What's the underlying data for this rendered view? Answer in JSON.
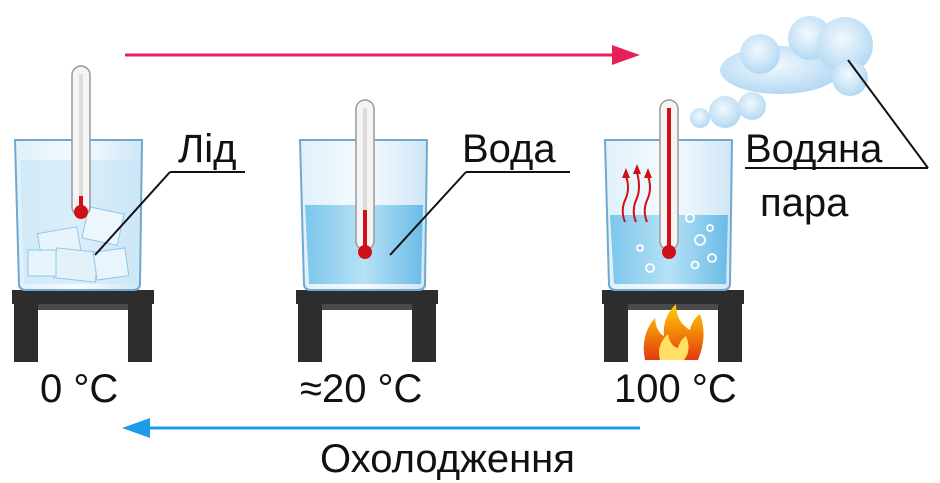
{
  "labels": {
    "ice": "Лід",
    "water": "Вода",
    "steam_line1": "Водяна",
    "steam_line2": "пара",
    "cooling": "Охолодження"
  },
  "temperatures": {
    "t_ice": "0 °C",
    "t_water": "≈20 °C",
    "t_boil": "100 °C"
  },
  "colors": {
    "heating_arrow": "#e8205a",
    "cooling_arrow": "#1e9be8",
    "water": "#8fd0f0",
    "mercury": "#d01018",
    "stand": "#2d2d2d",
    "steam": "#cfe6f8"
  }
}
